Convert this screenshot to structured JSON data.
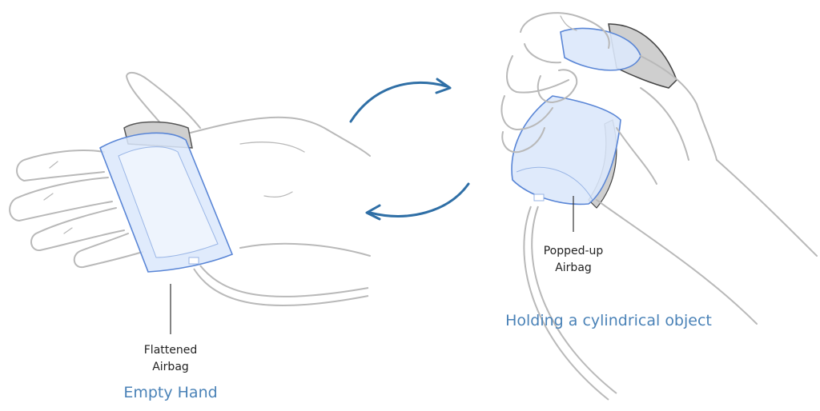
{
  "left_panel": {
    "airbag_label_line1": "Flattened",
    "airbag_label_line2": "Airbag",
    "caption": "Empty Hand"
  },
  "right_panel": {
    "airbag_label_line1": "Popped-up",
    "airbag_label_line2": "Airbag",
    "caption": "Holding a cylindrical object"
  },
  "colors": {
    "outline": "#b9b9b9",
    "airbag_fill": "#dbe8fb",
    "airbag_stroke": "#5a86d6",
    "arrow": "#2f6fa6",
    "caption": "#4a82b7",
    "device": "#cfcfcf"
  },
  "icons": [
    "transition-arrow-forward",
    "transition-arrow-back"
  ]
}
